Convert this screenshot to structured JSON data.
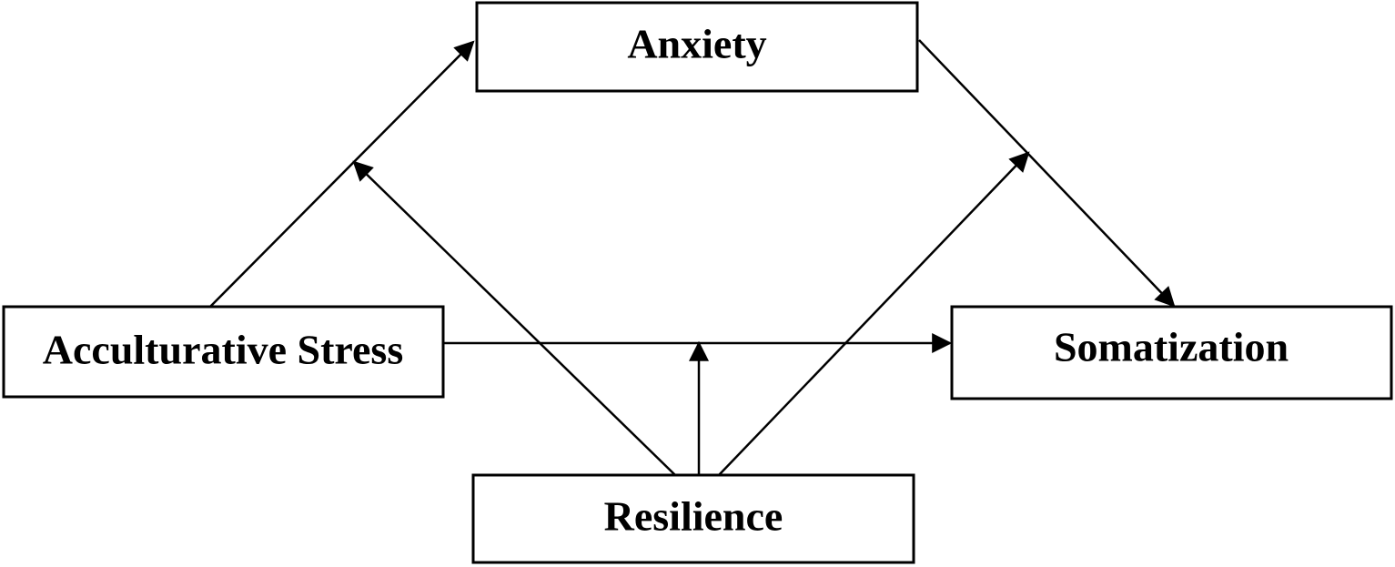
{
  "nodes": {
    "anxiety": {
      "label": "Anxiety"
    },
    "acculturative_stress": {
      "label": "Acculturative Stress"
    },
    "somatization": {
      "label": "Somatization"
    },
    "resilience": {
      "label": "Resilience"
    }
  },
  "edges": [
    {
      "from": "Acculturative Stress",
      "to": "Anxiety"
    },
    {
      "from": "Anxiety",
      "to": "Somatization"
    },
    {
      "from": "Acculturative Stress",
      "to": "Somatization"
    },
    {
      "from": "Resilience",
      "to": "Acculturative Stress → Anxiety path"
    },
    {
      "from": "Resilience",
      "to": "Acculturative Stress → Somatization path"
    },
    {
      "from": "Resilience",
      "to": "Anxiety → Somatization path"
    }
  ],
  "colors": {
    "stroke": "#000000",
    "background": "#ffffff"
  }
}
